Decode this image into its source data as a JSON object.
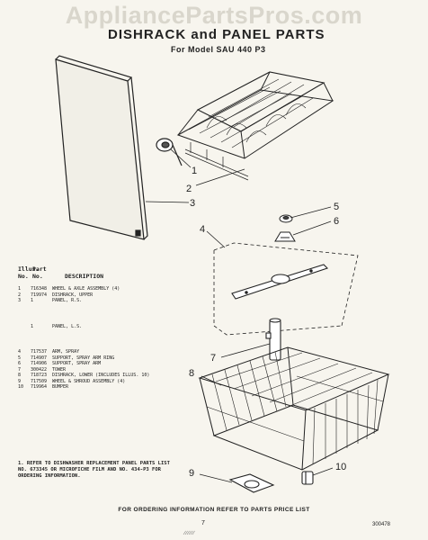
{
  "watermark": "AppliancePartsPros.com",
  "title": "DISHRACK and PANEL PARTS",
  "subtitle": "For Model SAU 440 P3",
  "legend": {
    "header_illus_1": "Illus.",
    "header_illus_2": "No.",
    "header_part_1": "Part",
    "header_part_2": "No.",
    "header_desc": "DESCRIPTION",
    "rows": [
      {
        "num": "1",
        "part": "716348",
        "desc": "WHEEL & AXLE ASSEMBLY (4)"
      },
      {
        "num": "2",
        "part": "719974",
        "desc": "DISHRACK, UPPER"
      },
      {
        "num": "3",
        "part": "1",
        "desc": "PANEL, R.S."
      },
      {
        "num": "",
        "part": "1",
        "desc": "PANEL, L.S."
      },
      {
        "num": "4",
        "part": "717537",
        "desc": "ARM, SPRAY"
      },
      {
        "num": "5",
        "part": "714907",
        "desc": "SUPPORT, SPRAY ARM RING"
      },
      {
        "num": "6",
        "part": "714906",
        "desc": "SUPPORT, SPRAY ARM"
      },
      {
        "num": "7",
        "part": "300422",
        "desc": "TOWER"
      },
      {
        "num": "8",
        "part": "718723",
        "desc": "DISHRACK, LOWER (INCLUDES ILLUS. 10)"
      },
      {
        "num": "9",
        "part": "717509",
        "desc": "WHEEL & SHROUD ASSEMBLY (4)"
      },
      {
        "num": "10",
        "part": "719964",
        "desc": "BUMPER"
      }
    ]
  },
  "note": "1. REFER TO DISHWASHER REPLACEMENT PANEL PARTS LIST NO. 673345 OR MICROFICHE FILM AND NO. 434-P3 FOR ORDERING INFORMATION.",
  "footer": "FOR ORDERING INFORMATION REFER TO PARTS PRICE LIST",
  "page_number": "7",
  "doc_code": "300478",
  "scribble": "∕∕∕∕∕∕",
  "callouts": [
    "1",
    "2",
    "3",
    "4",
    "5",
    "6",
    "7",
    "8",
    "9",
    "10"
  ]
}
